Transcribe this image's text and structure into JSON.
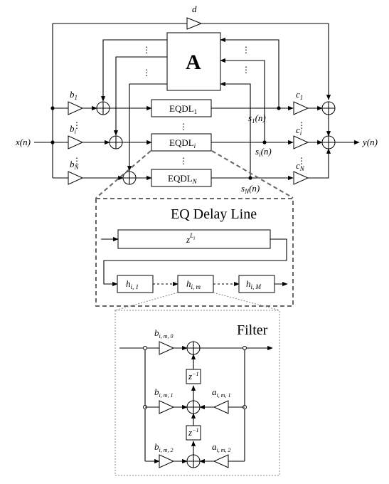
{
  "top": {
    "d": "d",
    "A": "A",
    "x": "x(n)",
    "y": "y(n)",
    "b1": "b",
    "b1_sub": "1",
    "bi": "b",
    "bi_sub": "i",
    "bN": "b",
    "bN_sub": "N",
    "c1": "c",
    "c1_sub": "1",
    "ci": "c",
    "ci_sub": "i",
    "cN": "c",
    "cN_sub": "N",
    "s1": "s",
    "s1_sub": "1",
    "s1_arg": "(n)",
    "si": "s",
    "si_sub": "i",
    "si_arg": "(n)",
    "sN": "s",
    "sN_sub": "N",
    "sN_arg": "(n)",
    "eqdl1": "EQDL",
    "eqdl1_sub": "1",
    "eqdli": "EQDL",
    "eqdli_sub": "i",
    "eqdlN": "EQDL",
    "eqdlN_sub": "N",
    "vdots": "⋮"
  },
  "eq_delay_line": {
    "title": "EQ Delay Line",
    "delay": "z",
    "delay_exp": "L",
    "delay_exp_sub": "i",
    "h1": "h",
    "h1_sub": "i, 1",
    "hm": "h",
    "hm_sub": "i, m",
    "hM": "h",
    "hM_sub": "i, M"
  },
  "filter": {
    "title": "Filter",
    "z_inv": "z",
    "z_inv_exp": "−1",
    "b0": "b",
    "b0_sub": "i, m, 0",
    "b1": "b",
    "b1_sub": "i, m, 1",
    "b2": "b",
    "b2_sub": "i, m, 2",
    "a1": "a",
    "a1_sub": "i, m, 1",
    "a2": "a",
    "a2_sub": "i, m, 2"
  }
}
